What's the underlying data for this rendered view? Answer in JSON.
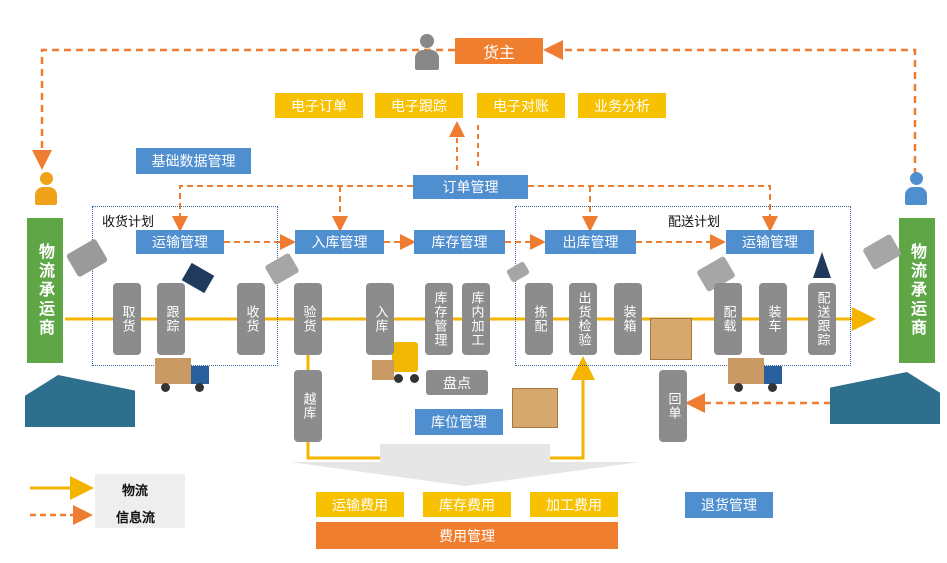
{
  "shipper": "货主",
  "top_functions": [
    "电子订单",
    "电子跟踪",
    "电子对账",
    "业务分析"
  ],
  "basic_data": "基础数据管理",
  "order_mgmt": "订单管理",
  "receive_plan": "收货计划",
  "delivery_plan": "配送计划",
  "planning": [
    "运输管理",
    "入库管理",
    "库存管理",
    "出库管理",
    "运输管理"
  ],
  "carrier_left": "物流承运商",
  "carrier_right": "物流承运商",
  "steps": [
    "取货",
    "跟踪",
    "收货",
    "验货",
    "入库",
    "库存管理",
    "库内加工",
    "拣配",
    "出货检验",
    "装箱",
    "配载",
    "装车",
    "配送跟踪"
  ],
  "cross_dock": "越库",
  "stocktake": "盘点",
  "location_mgmt": "库位管理",
  "return_receipt": "回单",
  "cost_items": [
    "运输费用",
    "库存费用",
    "加工费用"
  ],
  "cost_mgmt": "费用管理",
  "return_mgmt": "退货管理",
  "legend": {
    "logistics": "物流",
    "info": "信息流"
  },
  "colors": {
    "blue": "#4f8fd0",
    "yellow": "#f7c100",
    "orange": "#ef7e2e",
    "gray": "#8c8c8c",
    "green": "#5ea646",
    "flow_line": "#f4b400",
    "info_line": "#ee7d31"
  }
}
